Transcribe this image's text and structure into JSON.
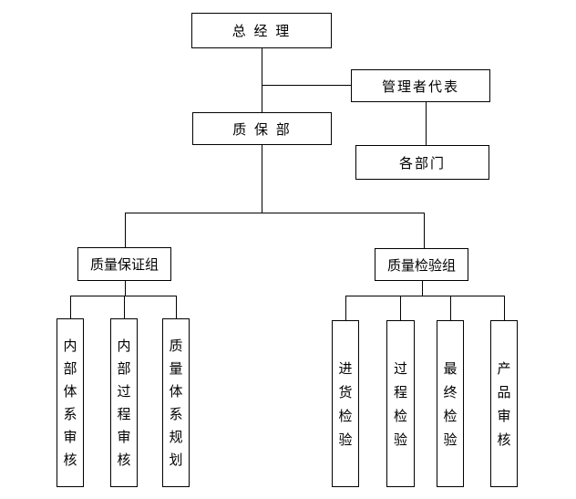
{
  "diagram": {
    "type": "org-chart",
    "language": "zh-CN",
    "colors": {
      "background": "#ffffff",
      "box_border": "#000000",
      "box_fill": "#ffffff",
      "line": "#000000",
      "text": "#000000"
    },
    "nodes": {
      "general_manager": {
        "label": "总 经 理"
      },
      "management_rep": {
        "label": "管理者代表"
      },
      "quality_assurance_dept": {
        "label": "质 保 部"
      },
      "departments": {
        "label": "各部门"
      },
      "qa_group": {
        "label": "质量保证组"
      },
      "qi_group": {
        "label": "质量检验组"
      },
      "internal_system_audit": {
        "label": "内部体系审核"
      },
      "internal_process_audit": {
        "label": "内部过程审核"
      },
      "quality_system_planning": {
        "label": "质量体系规划"
      },
      "incoming_inspection": {
        "label": "进货检验"
      },
      "process_inspection": {
        "label": "过程检验"
      },
      "final_inspection": {
        "label": "最终检验"
      },
      "product_audit": {
        "label": "产品审核"
      }
    },
    "edges": [
      {
        "from": "general_manager",
        "to": "quality_assurance_dept"
      },
      {
        "from": "general_manager",
        "to": "management_rep"
      },
      {
        "from": "management_rep",
        "to": "departments"
      },
      {
        "from": "quality_assurance_dept",
        "to": "qa_group"
      },
      {
        "from": "quality_assurance_dept",
        "to": "qi_group"
      },
      {
        "from": "qa_group",
        "to": "internal_system_audit"
      },
      {
        "from": "qa_group",
        "to": "internal_process_audit"
      },
      {
        "from": "qa_group",
        "to": "quality_system_planning"
      },
      {
        "from": "qi_group",
        "to": "incoming_inspection"
      },
      {
        "from": "qi_group",
        "to": "process_inspection"
      },
      {
        "from": "qi_group",
        "to": "final_inspection"
      },
      {
        "from": "qi_group",
        "to": "product_audit"
      }
    ]
  }
}
